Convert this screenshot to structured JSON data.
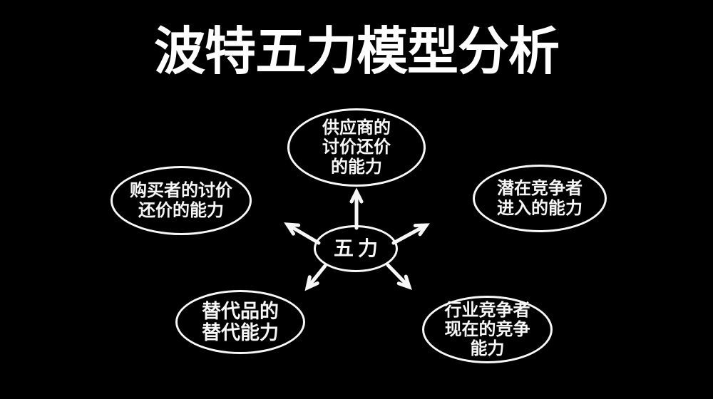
{
  "page": {
    "background_color": "#000000",
    "foreground_color": "#ffffff"
  },
  "title": "波特五力模型分析",
  "diagram": {
    "type": "hub-and-spoke",
    "center": {
      "label": "五力"
    },
    "nodes": [
      {
        "id": "supplier-bargaining-power",
        "lines": [
          "供应商的",
          "讨价还价",
          "的能力"
        ]
      },
      {
        "id": "buyer-bargaining-power",
        "lines": [
          "购买者的讨价",
          "还价的能力"
        ]
      },
      {
        "id": "potential-entrants-power",
        "lines": [
          "潜在竞争者",
          "进入的能力"
        ]
      },
      {
        "id": "substitutes-power",
        "lines": [
          "替代品的",
          "替代能力"
        ]
      },
      {
        "id": "industry-rivalry-power",
        "lines": [
          "行业竞争者",
          "现在的竞争",
          "能力"
        ]
      }
    ]
  }
}
